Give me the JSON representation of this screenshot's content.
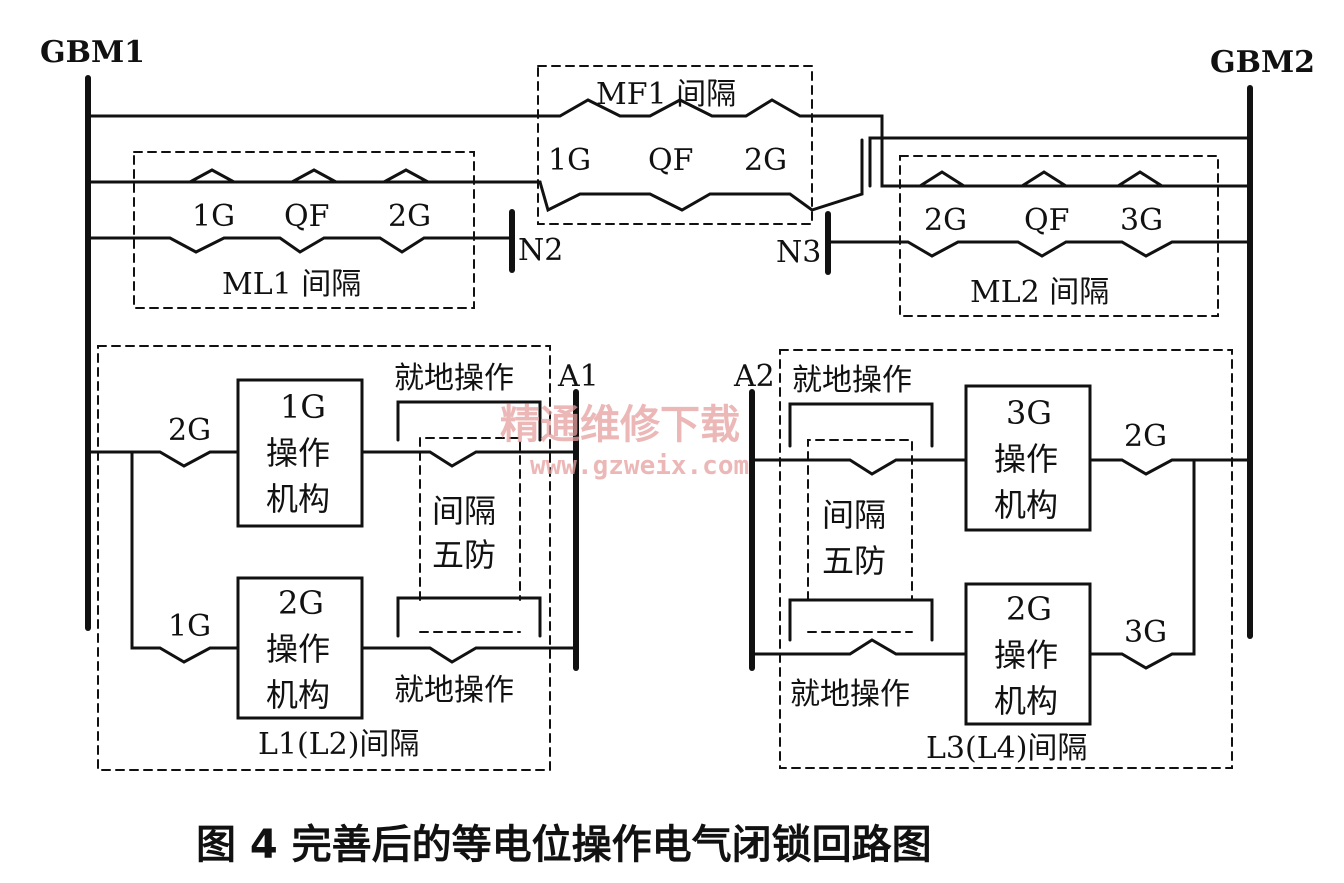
{
  "buses": {
    "gbm1": "GBM1",
    "gbm2": "GBM2",
    "n2": "N2",
    "n3": "N3",
    "a1": "A1",
    "a2": "A2"
  },
  "mf1": {
    "title": "MF1 间隔",
    "sw1": "1G",
    "sw2": "QF",
    "sw3": "2G"
  },
  "ml1": {
    "title": "ML1 间隔",
    "sw1": "1G",
    "sw2": "QF",
    "sw3": "2G"
  },
  "ml2": {
    "title": "ML2 间隔",
    "sw1": "2G",
    "sw2": "QF",
    "sw3": "3G"
  },
  "l1": {
    "title": "L1(L2)间隔",
    "sw_top": "2G",
    "sw_bottom": "1G",
    "mech_top": [
      "1G",
      "操作",
      "机构"
    ],
    "mech_bottom": [
      "2G",
      "操作",
      "机构"
    ],
    "local_top": "就地操作",
    "local_bottom": "就地操作",
    "five_prev": [
      "间隔",
      "五防"
    ]
  },
  "l3": {
    "title": "L3(L4)间隔",
    "sw_top": "2G",
    "sw_bottom": "3G",
    "mech_top": [
      "3G",
      "操作",
      "机构"
    ],
    "mech_bottom": [
      "2G",
      "操作",
      "机构"
    ],
    "local_top": "就地操作",
    "local_bottom": "就地操作",
    "five_prev": [
      "间隔",
      "五防"
    ]
  },
  "watermark": {
    "cn": "精通维修下载",
    "url": "www.gzweix.com"
  },
  "caption": "图 4 完善后的等电位操作电气闭锁回路图",
  "colors": {
    "ink": "#111111",
    "watermark": "#e6a0a0"
  }
}
